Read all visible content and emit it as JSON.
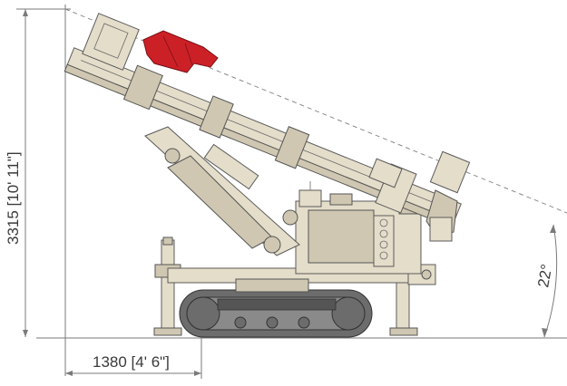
{
  "dimensions": {
    "height_label": "3315 [10' 11\"]",
    "width_label": "1380 [4' 6\"]",
    "angle_label": "22°"
  },
  "colors": {
    "machine_body": "#e4ddca",
    "track": "#6c6c6c",
    "drill_head": "#cc2027",
    "dimension_line": "#7a7a7a"
  }
}
